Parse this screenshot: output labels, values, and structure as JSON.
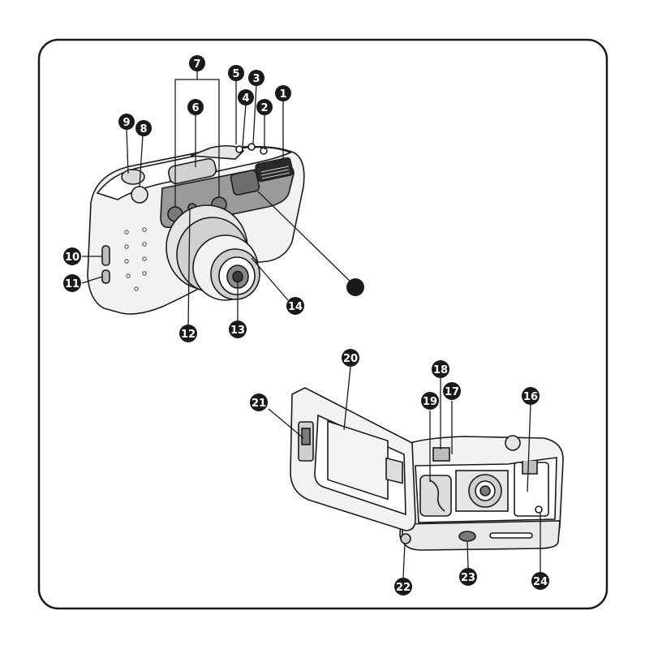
{
  "diagram": {
    "callouts": [
      {
        "id": "c1",
        "label": "1"
      },
      {
        "id": "c2",
        "label": "2"
      },
      {
        "id": "c3",
        "label": "3"
      },
      {
        "id": "c4",
        "label": "4"
      },
      {
        "id": "c5",
        "label": "5"
      },
      {
        "id": "c6",
        "label": "6"
      },
      {
        "id": "c7",
        "label": "7"
      },
      {
        "id": "c8",
        "label": "8"
      },
      {
        "id": "c9",
        "label": "9"
      },
      {
        "id": "c10",
        "label": "10"
      },
      {
        "id": "c11",
        "label": "11"
      },
      {
        "id": "c12",
        "label": "12"
      },
      {
        "id": "c13",
        "label": "13"
      },
      {
        "id": "c14",
        "label": "14"
      },
      {
        "id": "c15",
        "label": ""
      },
      {
        "id": "c16",
        "label": "16"
      },
      {
        "id": "c17",
        "label": "17"
      },
      {
        "id": "c18",
        "label": "18"
      },
      {
        "id": "c19",
        "label": "19"
      },
      {
        "id": "c20",
        "label": "20"
      },
      {
        "id": "c21",
        "label": "21"
      },
      {
        "id": "c22",
        "label": "22"
      },
      {
        "id": "c23",
        "label": "23"
      },
      {
        "id": "c24",
        "label": "24"
      }
    ],
    "colors": {
      "ink": "#1a1a1a",
      "body": "#f2f2f2",
      "shade": "#bdbdbd",
      "dark": "#7a7a7a"
    }
  }
}
